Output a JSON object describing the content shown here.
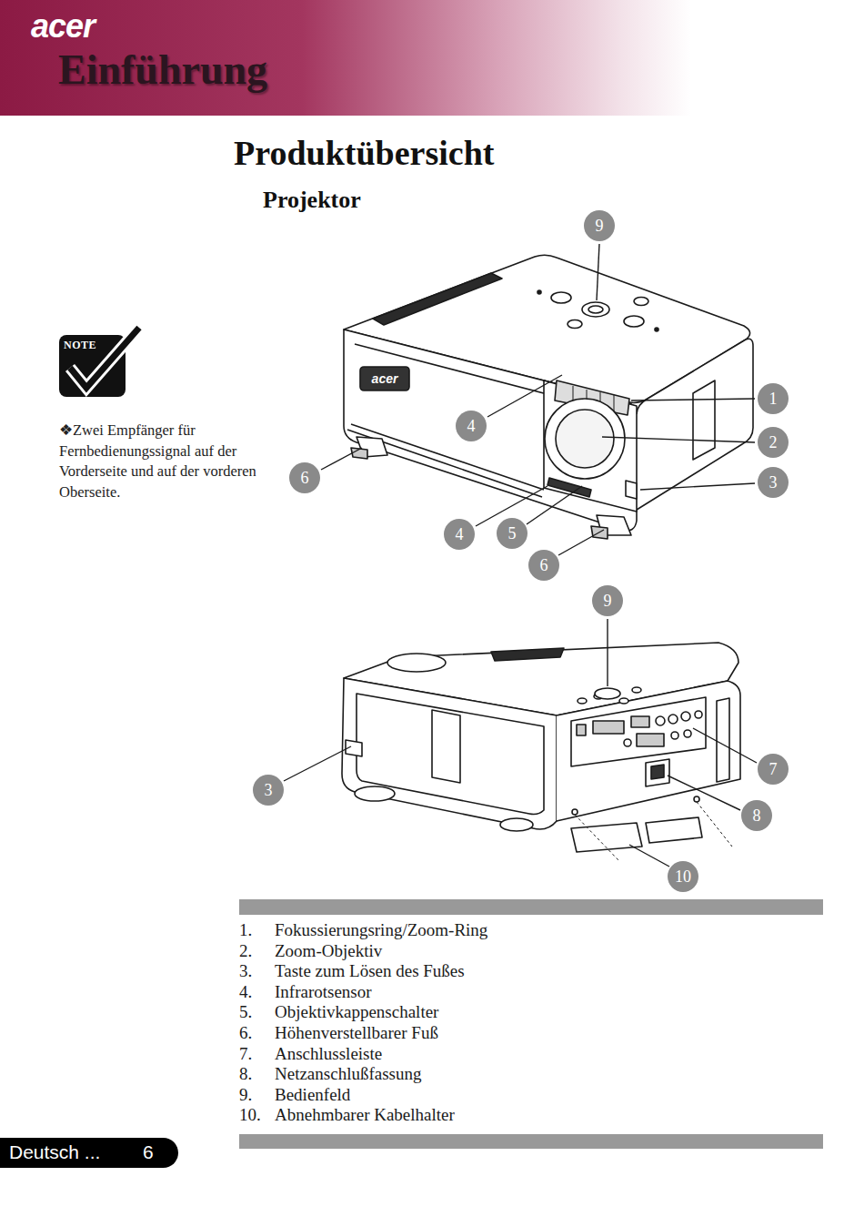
{
  "diagram": {
    "title": "Produktübersicht",
    "nodes": [
      {
        "text": [
          "acer",
          "Einführung"
        ]
      },
      {
        "text": [
          "NOTE"
        ]
      },
      {
        "text": [
          "9"
        ]
      },
      {
        "text": [
          "1"
        ]
      },
      {
        "text": [
          "4"
        ]
      },
      {
        "text": [
          "2"
        ]
      },
      {
        "text": [
          "6"
        ]
      },
      {
        "text": [
          "3"
        ]
      },
      {
        "text": [
          "4"
        ]
      },
      {
        "text": [
          "5"
        ]
      },
      {
        "text": [
          "6"
        ]
      },
      {
        "text": [
          "9"
        ]
      },
      {
        "text": [
          "7"
        ]
      },
      {
        "text": [
          "3"
        ]
      },
      {
        "text": [
          "8"
        ]
      },
      {
        "text": [
          "10"
        ]
      },
      {
        "text": [
          "Deutsch ...",
          "6"
        ]
      }
    ],
    "labels": [
      "Projektor",
      "❖Zwei Empfänger für Fernbedienungssignal auf der Vorderseite und auf der vorderen Oberseite.",
      "acer",
      "1.",
      "Fokussierungsring/Zoom-Ring",
      "2.",
      "Zoom-Objektiv",
      "3.",
      "Taste zum Lösen des Fußes",
      "4.",
      "Infrarotsensor",
      "5.",
      "Objektivkappenschalter",
      "6.",
      "Höhenverstellbarer Fuß",
      "7.",
      "Anschlussleiste",
      "8.",
      "Netzanschlußfassung",
      "9.",
      "Bedienfeld",
      "10.",
      "Abnehmbarer Kabelhalter"
    ]
  }
}
